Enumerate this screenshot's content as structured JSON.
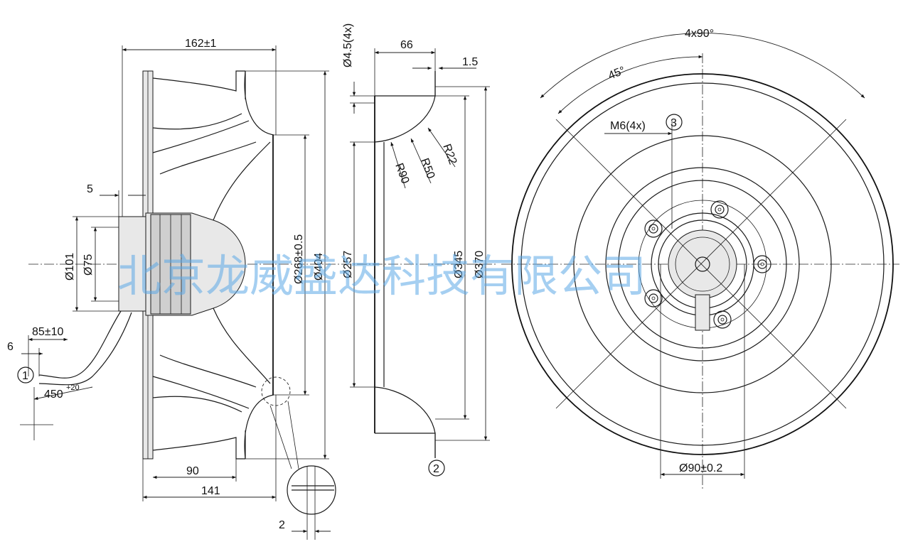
{
  "dimensions": {
    "d162": "162±1",
    "d5": "5",
    "d101": "Ø101",
    "d75": "Ø75",
    "d85": "85±10",
    "d6": "6",
    "d450": "450",
    "d450_tol": "+20",
    "d90": "90",
    "d141": "141",
    "d2": "2",
    "d268": "Ø268±0.5",
    "d404": "Ø404",
    "d45": "Ø4.5(4x)",
    "d66": "66",
    "d15": "1.5",
    "r22": "R22",
    "r50": "R50",
    "r90": "R90",
    "d257": "Ø257",
    "d345": "Ø345",
    "d370": "Ø370",
    "a4x90": "4x90°",
    "a45": "45°",
    "m6": "M6(4x)",
    "d90h": "Ø90±0.2"
  },
  "callouts": {
    "c1": "1",
    "c2": "2",
    "c3": "3"
  },
  "watermark": "北京龙威盛达科技有限公司"
}
